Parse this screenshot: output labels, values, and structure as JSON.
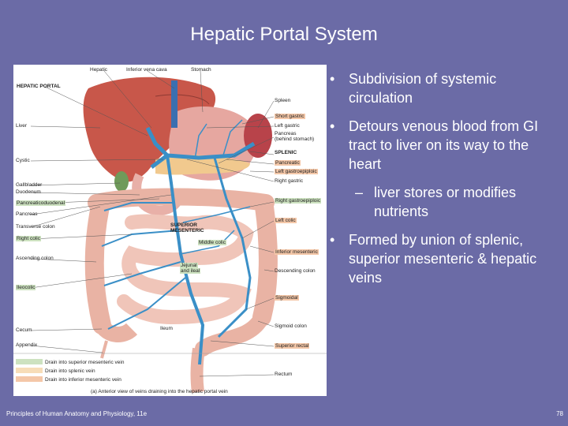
{
  "title": "Hepatic Portal System",
  "bullets": [
    {
      "text": "Subdivision of systemic circulation"
    },
    {
      "text": "Detours venous blood from GI tract to liver on its way to the heart"
    },
    {
      "text": "liver stores or modifies nutrients",
      "sub": true
    },
    {
      "text": "Formed by union of splenic, superior mesenteric & hepatic veins"
    }
  ],
  "bullet_symbol": "•",
  "sub_symbol": "–",
  "figure": {
    "labels": {
      "hepatic": "Hepatic",
      "ivc": "Inferior vena cava",
      "stomach": "Stomach",
      "hepatic_portal": "HEPATIC PORTAL",
      "spleen": "Spleen",
      "short_gastric": "Short gastric",
      "left_gastric": "Left gastric",
      "pancreas_behind": "Pancreas",
      "behind_stomach": "(behind stomach)",
      "liver": "Liver",
      "splenic": "SPLENIC",
      "pancreatic": "Pancreatic",
      "left_gastroepiploic": "Left gastroepiploic",
      "cystic": "Cystic",
      "right_gastric": "Right gastric",
      "gallbladder": "Gallbladder",
      "duodenum": "Duodenum",
      "pancreaticoduodenal": "Pancreaticoduodenal",
      "right_gastroepiploic": "Right gastroepiploic",
      "pancreas": "Pancreas",
      "left_colic": "Left colic",
      "transverse_colon": "Transverse colon",
      "superior": "SUPERIOR",
      "mesenteric": "MESENTERIC",
      "right_colic": "Right colic",
      "middle_colic": "Middle colic",
      "inferior_mesenteric": "Inferior mesenteric",
      "ascending_colon": "Ascending colon",
      "jejunal": "Jejunal",
      "and_ileal": "and ileal",
      "descending_colon": "Descending colon",
      "ileocolic": "Ileocolic",
      "sigmoidal": "Sigmoidal",
      "cecum": "Cecum",
      "ileum": "Ileum",
      "sigmoid_colon": "Sigmoid colon",
      "appendix": "Appendix",
      "superior_rectal": "Superior rectal",
      "rectum": "Rectum"
    },
    "legend": [
      {
        "text": "Drain into superior mesenteric vein",
        "color": "#cde2c0"
      },
      {
        "text": "Drain into splenic vein",
        "color": "#f7ddb8"
      },
      {
        "text": "Drain into inferior mesenteric vein",
        "color": "#f4c7a8"
      }
    ],
    "caption": "(a) Anterior view of veins draining into the hepatic portal vein"
  },
  "footer": {
    "source": "Principles of Human Anatomy and Physiology, 11e",
    "page": "78"
  }
}
